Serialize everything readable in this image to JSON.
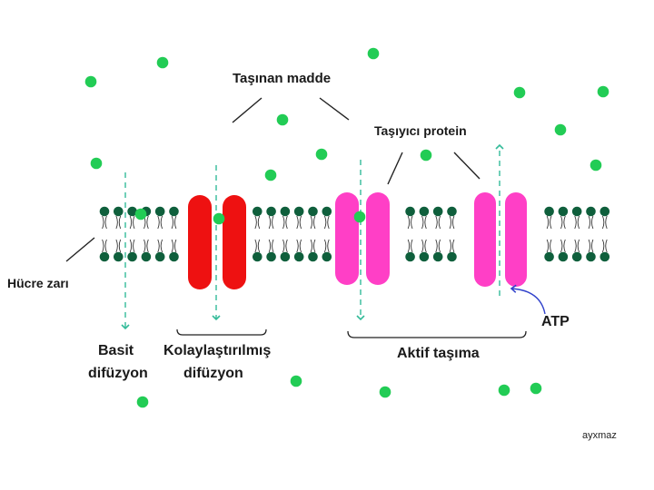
{
  "labels": {
    "transported_substance": "Taşınan madde",
    "carrier_protein": "Taşıyıcı protein",
    "cell_membrane": "Hücre zarı",
    "simple_diffusion_line1": "Basit",
    "simple_diffusion_line2": "difüzyon",
    "facilitated_diffusion_line1": "Kolaylaştırılmış",
    "facilitated_diffusion_line2": "difüzyon",
    "active_transport": "Aktif taşıma",
    "atp": "ATP",
    "credit": "ayxmaz"
  },
  "colors": {
    "molecule": "#22cc55",
    "lipid_head": "#0f5f3c",
    "channel_protein": "#ee1111",
    "carrier_protein": "#ff3fc6",
    "arrow": "#33bb99",
    "atp_arrow": "#3344cc",
    "background": "#ffffff",
    "label": "#1a1a1a"
  }
}
